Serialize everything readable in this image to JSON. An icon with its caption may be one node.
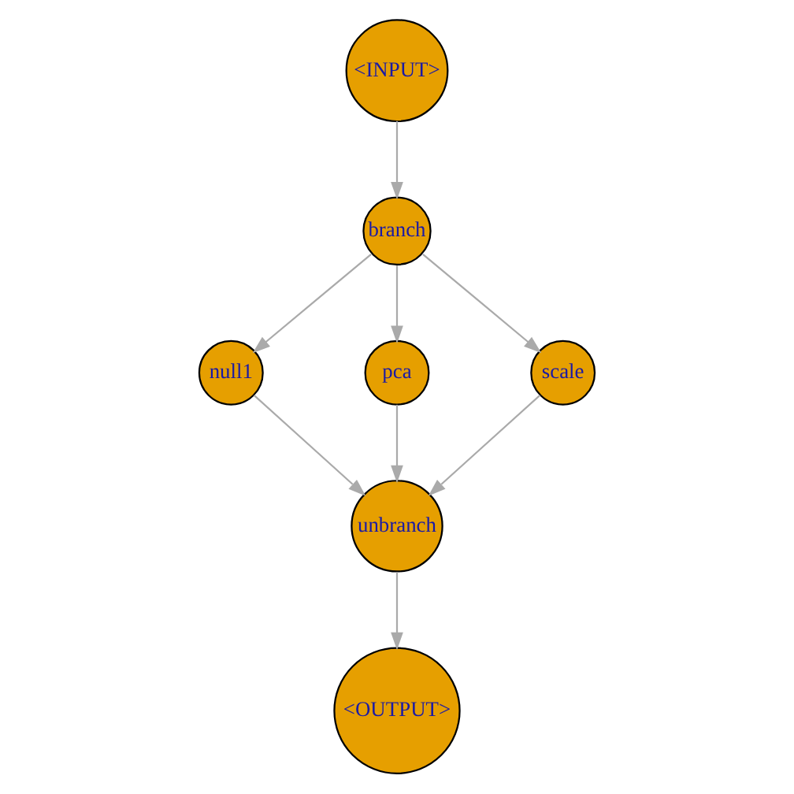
{
  "diagram": {
    "nodes": [
      {
        "text": [
          "<INPUT>"
        ]
      },
      {
        "text": [
          "branch"
        ]
      },
      {
        "text": [
          "null1"
        ]
      },
      {
        "text": [
          "pca"
        ]
      },
      {
        "text": [
          "scale"
        ]
      },
      {
        "text": [
          "unbranch"
        ]
      },
      {
        "text": [
          "<OUTPUT>"
        ]
      }
    ],
    "edges": [
      {
        "from": 0,
        "to": 1,
        "arrow": "to"
      },
      {
        "from": 1,
        "to": 2,
        "arrow": "to"
      },
      {
        "from": 1,
        "to": 3,
        "arrow": "to"
      },
      {
        "from": 1,
        "to": 4,
        "arrow": "to"
      },
      {
        "from": 2,
        "to": 5,
        "arrow": "to"
      },
      {
        "from": 3,
        "to": 5,
        "arrow": "to"
      },
      {
        "from": 4,
        "to": 5,
        "arrow": "to"
      },
      {
        "from": 5,
        "to": 6,
        "arrow": "to"
      }
    ]
  }
}
